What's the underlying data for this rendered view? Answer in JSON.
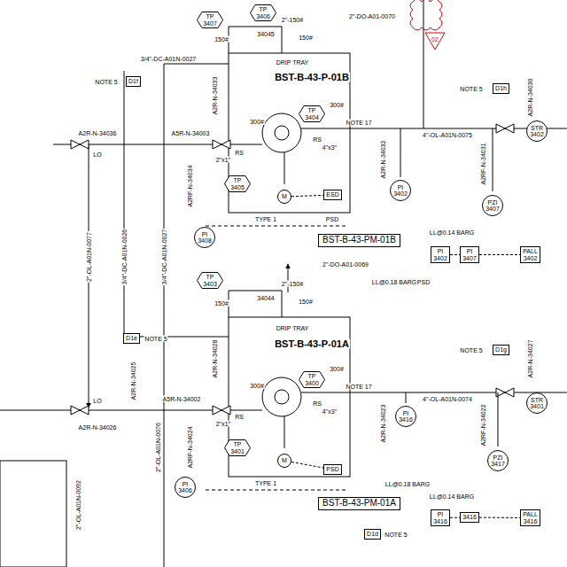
{
  "diagram": {
    "nodes": [
      {
        "text": [
          "TP",
          "3407"
        ]
      },
      {
        "text": [
          "TP",
          "3406"
        ]
      },
      {
        "text": [
          "D1f"
        ]
      },
      {
        "text": [
          "TP",
          "3405"
        ]
      },
      {
        "text": [
          "TP",
          "3404"
        ]
      },
      {
        "text": [
          "PI",
          "3408"
        ]
      },
      {
        "text": [
          "M"
        ]
      },
      {
        "text": [
          "ESD"
        ]
      },
      {
        "text": [
          "PI",
          "3402"
        ]
      },
      {
        "text": [
          "PZI",
          "3407"
        ]
      },
      {
        "text": [
          "STR",
          "3402"
        ]
      },
      {
        "text": [
          "D1h"
        ]
      },
      {
        "text": [
          "BST-B-43-PM-01B"
        ]
      },
      {
        "text": [
          "PI",
          "3402"
        ]
      },
      {
        "text": [
          "PI",
          "3407"
        ]
      },
      {
        "text": [
          "PALL",
          "3402"
        ]
      },
      {
        "text": [
          "TP",
          "3403"
        ]
      },
      {
        "text": [
          "D1e"
        ]
      },
      {
        "text": [
          "TP",
          "3401"
        ]
      },
      {
        "text": [
          "TP",
          "3400"
        ]
      },
      {
        "text": [
          "PI",
          "3406"
        ]
      },
      {
        "text": [
          "M"
        ]
      },
      {
        "text": [
          "PSD"
        ]
      },
      {
        "text": [
          "PI",
          "3416"
        ]
      },
      {
        "text": [
          "PZI",
          "3417"
        ]
      },
      {
        "text": [
          "STR",
          "3401"
        ]
      },
      {
        "text": [
          "D1g"
        ]
      },
      {
        "text": [
          "BST-B-43-PM-01A"
        ]
      },
      {
        "text": [
          "PI",
          "3416"
        ]
      },
      {
        "text": [
          "3416"
        ]
      },
      {
        "text": [
          "PALL",
          "3416"
        ]
      },
      {
        "text": [
          "D1d"
        ]
      }
    ],
    "edges": [
      {
        "from": 13,
        "to": 14,
        "arrow": "none"
      },
      {
        "from": 14,
        "to": 15,
        "arrow": "none"
      },
      {
        "from": 28,
        "to": 29,
        "arrow": "none"
      },
      {
        "from": 29,
        "to": 30,
        "arrow": "none"
      },
      {
        "from": 6,
        "to": 7,
        "arrow": "none"
      },
      {
        "from": 21,
        "to": 22,
        "arrow": "none"
      }
    ],
    "labels": [
      "BST-B-43-P-01B",
      "DRIP TRAY",
      "BST-B-43-P-01A",
      "DRIP TRAY",
      "TYPE 1",
      "TYPE 1",
      "PSD",
      "LL@0.14 BARG",
      "LL@0.18 BARG",
      "PSD",
      "LL@0.18 BARG",
      "LL@0.14 BARG",
      "NOTE 17",
      "NOTE 17",
      "NOTE 5",
      "NOTE 5",
      "NOTE 5",
      "NOTE 5",
      "NOTE 5",
      "2\"-DO-A01-0070",
      "2\"-DO-A01-0069",
      "3/4\"-DC-A01N-0027",
      "4\"-OL-A01N-0075",
      "4\"-OL-A01N-0074",
      "2\"-OL-A01N-0077",
      "3/4\"-DC-A01N-0026",
      "3/4\"-DC-A01N-0027",
      "2\"-OL-A01N-0076",
      "2\"-OL-A01N-0092",
      "A2R-N-34036",
      "LO",
      "A2R-N-34026",
      "LO",
      "A5R-N-34003",
      "A5R-N-34002",
      "A2RF-N-34034",
      "A2RF-N-34024",
      "A2R-N-34033",
      "A2R-N-34028",
      "A2R-N-34032",
      "A2R-N-34023",
      "A2RF-N-34031",
      "A2RF-N-34022",
      "A2R-N-34030",
      "A2R-N-34027",
      "A2R-N-34025",
      "RS",
      "RS",
      "RS",
      "RS",
      "2\"x1\"",
      "2\"x1\"",
      "4\"x3\"",
      "4\"x3\"",
      "300#",
      "300#",
      "300#",
      "300#",
      "150#",
      "150#",
      "150#",
      "150#",
      "2\"-150#",
      "2\"-150#",
      "34045",
      "34044",
      "02"
    ]
  }
}
